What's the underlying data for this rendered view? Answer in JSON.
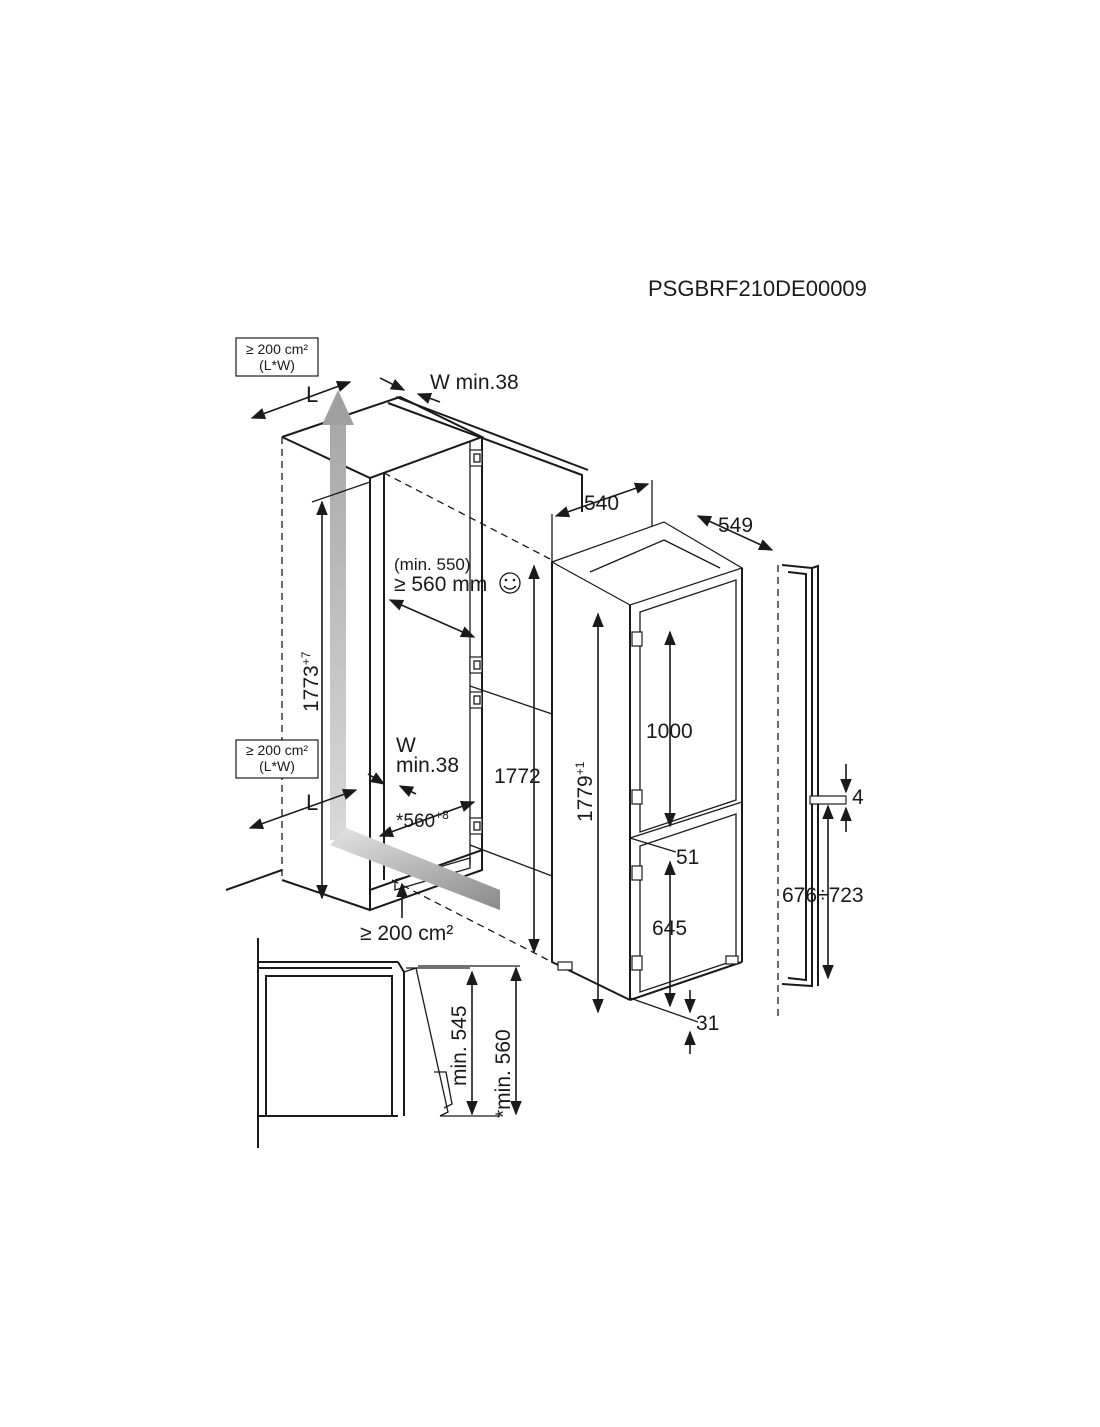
{
  "document_code": "PSGBRF210DE00009",
  "vent_top": {
    "area": "≥ 200 cm²",
    "formula": "(L*W)",
    "length_label": "L",
    "width_label": "W min.38"
  },
  "vent_bottom": {
    "area": "≥ 200 cm²",
    "formula": "(L*W)",
    "length_label": "L",
    "width_label_1": "W",
    "width_label_2": "min.38"
  },
  "plinth_vent": "≥ 200 cm²",
  "depth_min": "(min. 550)",
  "depth_recommended": "≥ 560 mm",
  "niche_height": {
    "base": "1773",
    "sup": "+7"
  },
  "niche_width": {
    "base": "*560",
    "sup": "+8"
  },
  "appliance_height": "1772",
  "door_height": {
    "base": "1779",
    "sup": "+1"
  },
  "appliance_width": "540",
  "appliance_depth": "549",
  "upper_door": "1000",
  "gap_51": "51",
  "lower_door": "645",
  "bottom_offset": "31",
  "panel_gap": "4",
  "panel_range": "676÷723",
  "section_min_545": "min. 545",
  "section_min_560": "*min. 560",
  "colors": {
    "line": "#1a1a1a",
    "airflow": "#b4b4b4",
    "background": "#ffffff"
  },
  "icons": [
    "smiley-icon",
    "hinge-icon"
  ]
}
